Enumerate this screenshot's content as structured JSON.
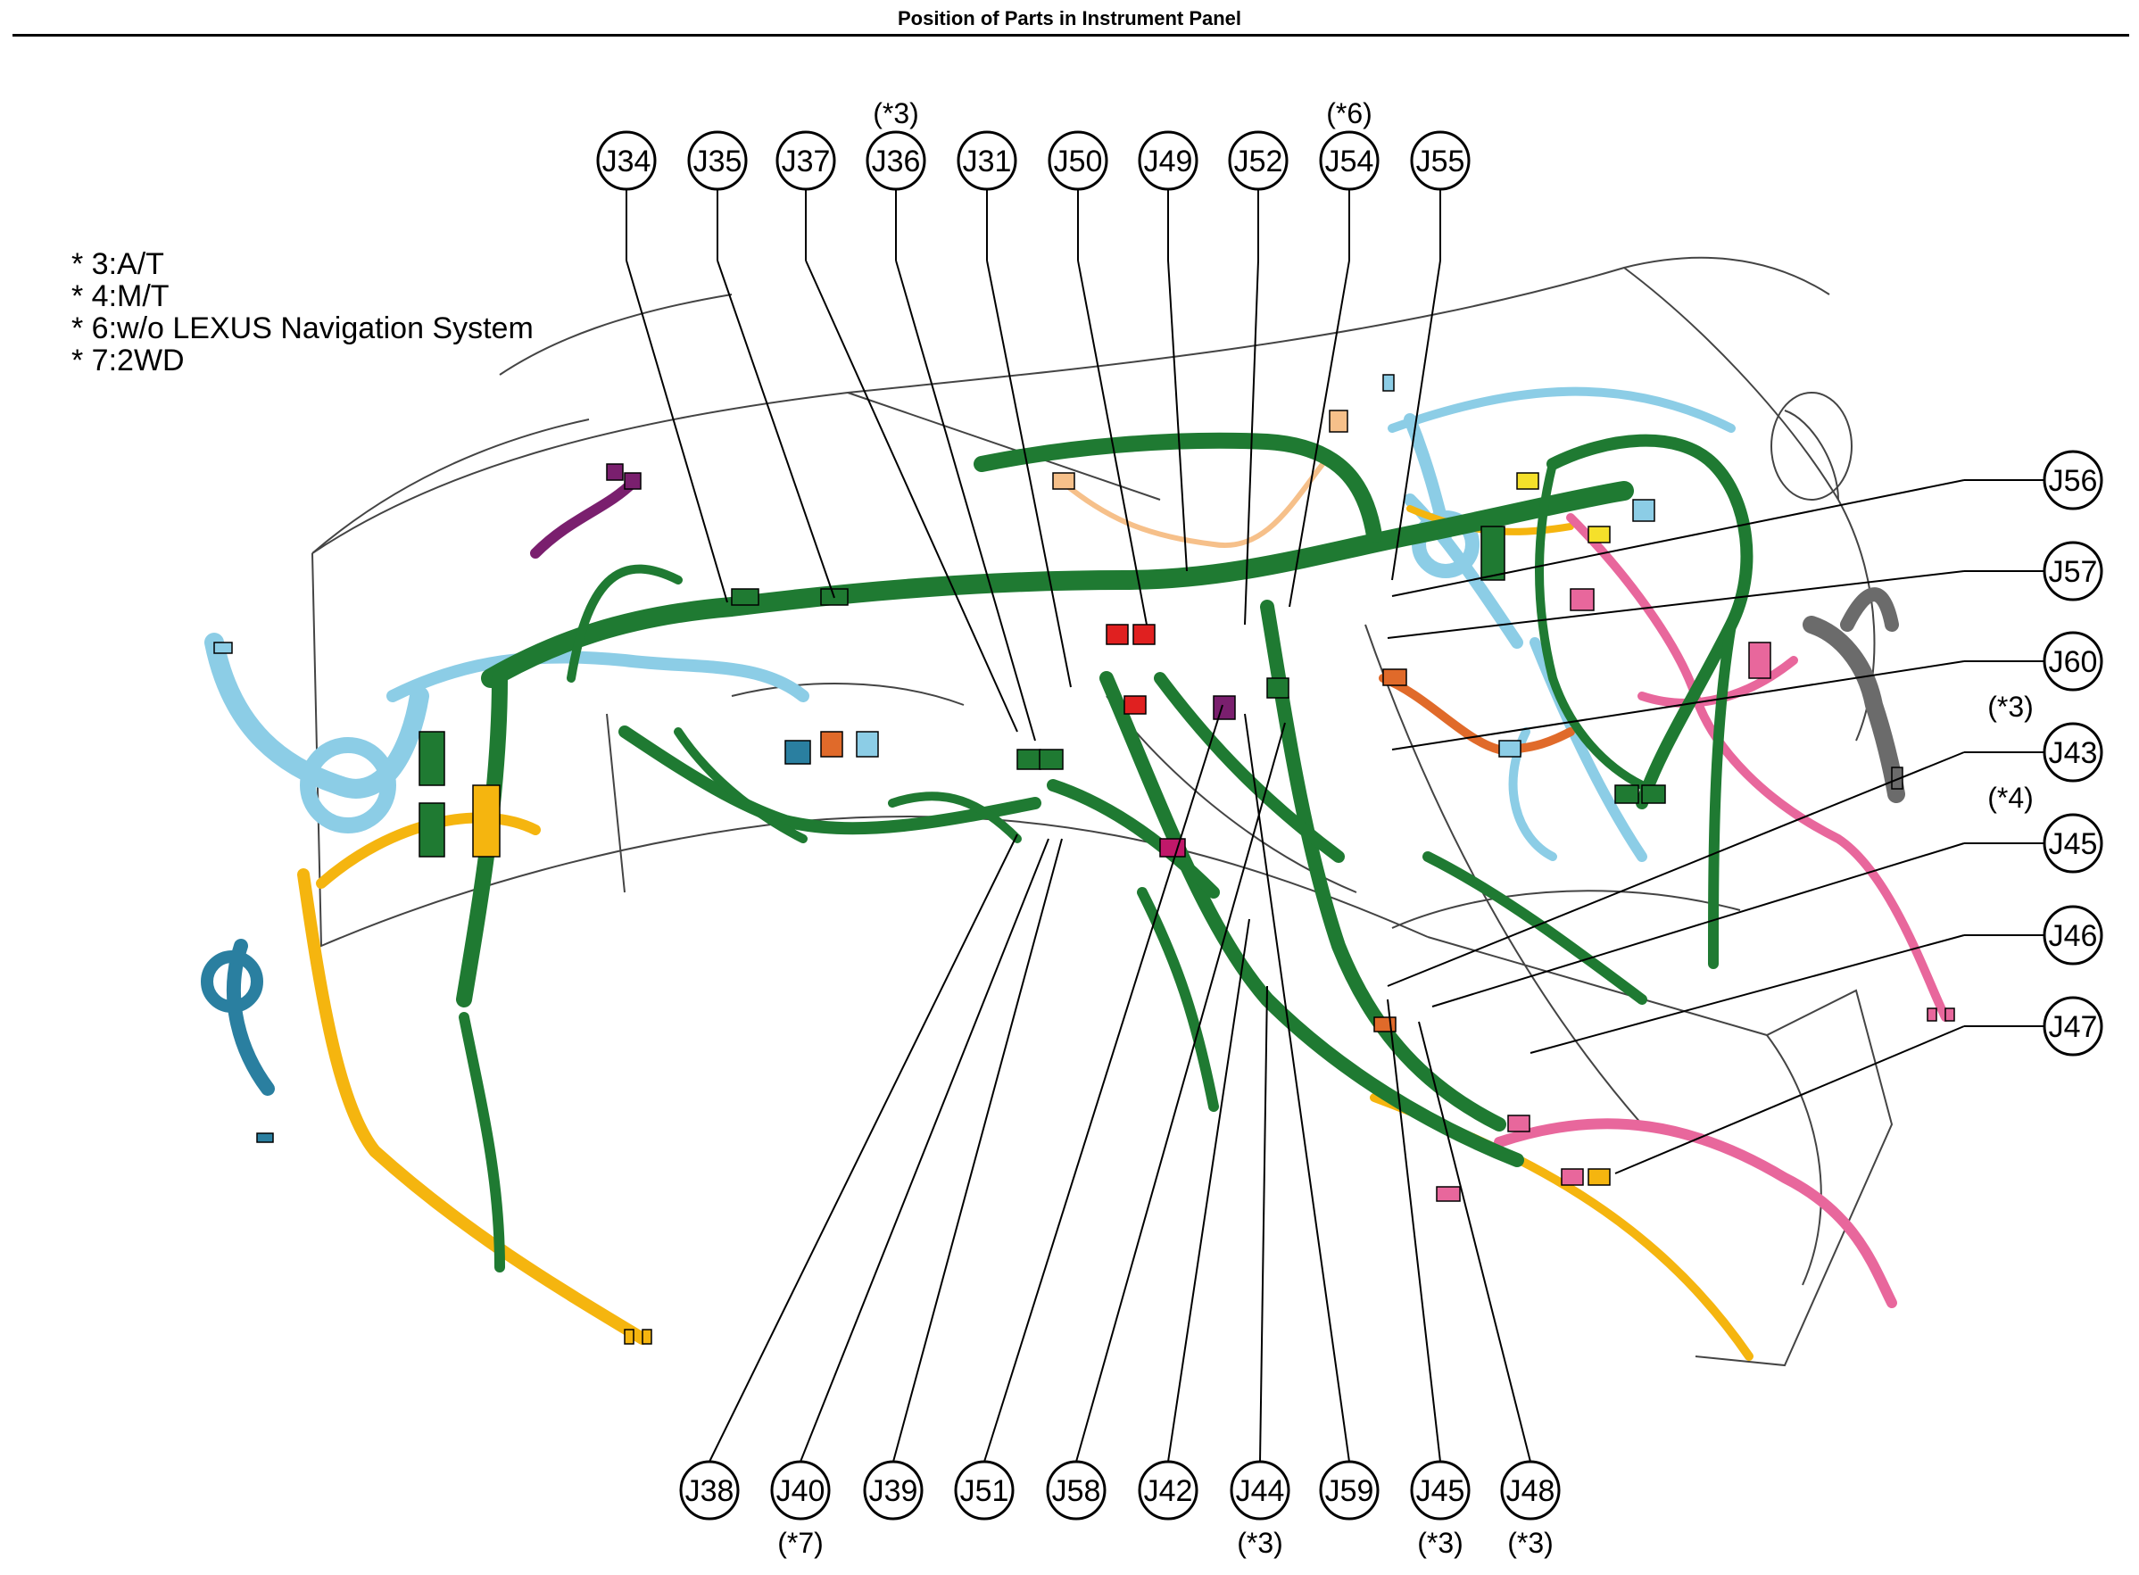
{
  "title": "Position of Parts in Instrument Panel",
  "notes": [
    "* 3:A/T",
    "* 4:M/T",
    "* 6:w/o LEXUS Navigation System",
    "* 7:2WD"
  ],
  "colors": {
    "green": "#1f7a32",
    "green_dark": "#0f4d1c",
    "blue": "#8ccde6",
    "yellow": "#f5b50f",
    "pink": "#e8679c",
    "gray": "#6b6b6b",
    "red": "#e02020",
    "orange": "#e06a2a",
    "purple": "#7a1f6e",
    "teal": "#2a7fa0",
    "peach": "#f6c08a",
    "olive": "#7a6b22"
  },
  "connectors_top": [
    {
      "id": "J34",
      "note": ""
    },
    {
      "id": "J35",
      "note": ""
    },
    {
      "id": "J37",
      "note": ""
    },
    {
      "id": "J36",
      "note": "(*3)"
    },
    {
      "id": "J31",
      "note": ""
    },
    {
      "id": "J50",
      "note": ""
    },
    {
      "id": "J49",
      "note": ""
    },
    {
      "id": "J52",
      "note": ""
    },
    {
      "id": "J54",
      "note": "(*6)"
    },
    {
      "id": "J55",
      "note": ""
    }
  ],
  "connectors_right": [
    {
      "id": "J56",
      "note": ""
    },
    {
      "id": "J57",
      "note": ""
    },
    {
      "id": "J60",
      "note": ""
    },
    {
      "id": "J43",
      "note": "(*3)"
    },
    {
      "id": "J45",
      "note": "(*4)"
    },
    {
      "id": "J46",
      "note": ""
    },
    {
      "id": "J47",
      "note": ""
    }
  ],
  "connectors_bottom": [
    {
      "id": "J38",
      "note": ""
    },
    {
      "id": "J40",
      "note": "(*7)"
    },
    {
      "id": "J39",
      "note": ""
    },
    {
      "id": "J51",
      "note": ""
    },
    {
      "id": "J58",
      "note": ""
    },
    {
      "id": "J42",
      "note": ""
    },
    {
      "id": "J44",
      "note": "(*3)"
    },
    {
      "id": "J59",
      "note": ""
    },
    {
      "id": "J45",
      "note": "(*3)"
    },
    {
      "id": "J48",
      "note": "(*3)"
    }
  ]
}
